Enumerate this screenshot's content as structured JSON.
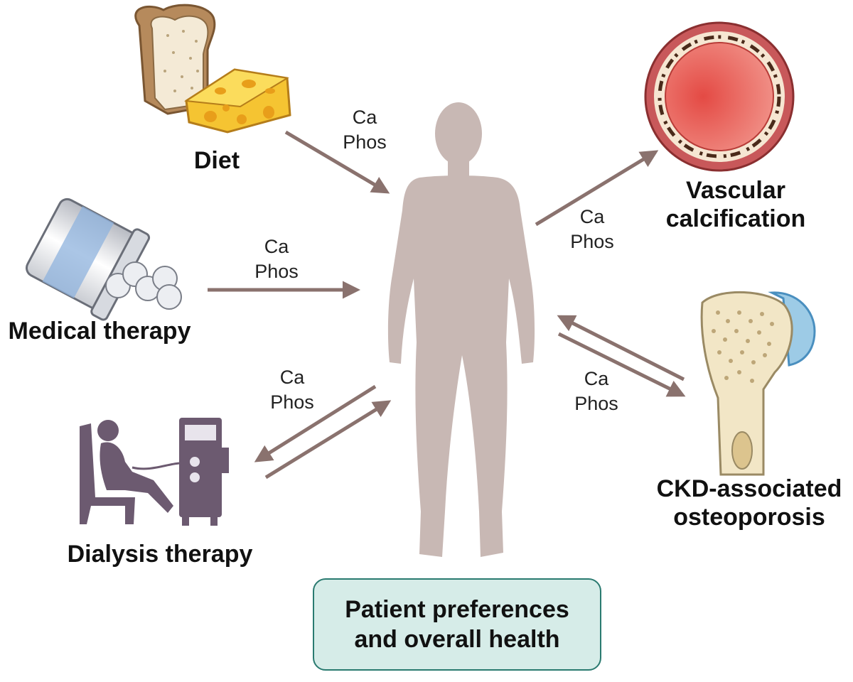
{
  "colors": {
    "arrow": "#8a726e",
    "body": "#c8b8b4",
    "box_fill": "#d6ece8",
    "box_border": "#2a7a70",
    "dialysis_silhouette": "#6c5a70"
  },
  "icons": {
    "diet": "bread-and-cheese-icon",
    "medical": "pill-bottle-icon",
    "dialysis": "dialysis-patient-and-machine-icon",
    "vascular": "artery-cross-section-icon",
    "bone": "femur-bone-icon",
    "human": "human-body-silhouette"
  },
  "labels": {
    "diet": "Diet",
    "medical": "Medical therapy",
    "dialysis": "Dialysis therapy",
    "vascular_line1": "Vascular",
    "vascular_line2": "calcification",
    "ckd_line1": "CKD-associated",
    "ckd_line2": "osteoporosis"
  },
  "ions": {
    "ca": "Ca",
    "phos": "Phos"
  },
  "box": {
    "line1": "Patient preferences",
    "line2": "and overall health"
  }
}
